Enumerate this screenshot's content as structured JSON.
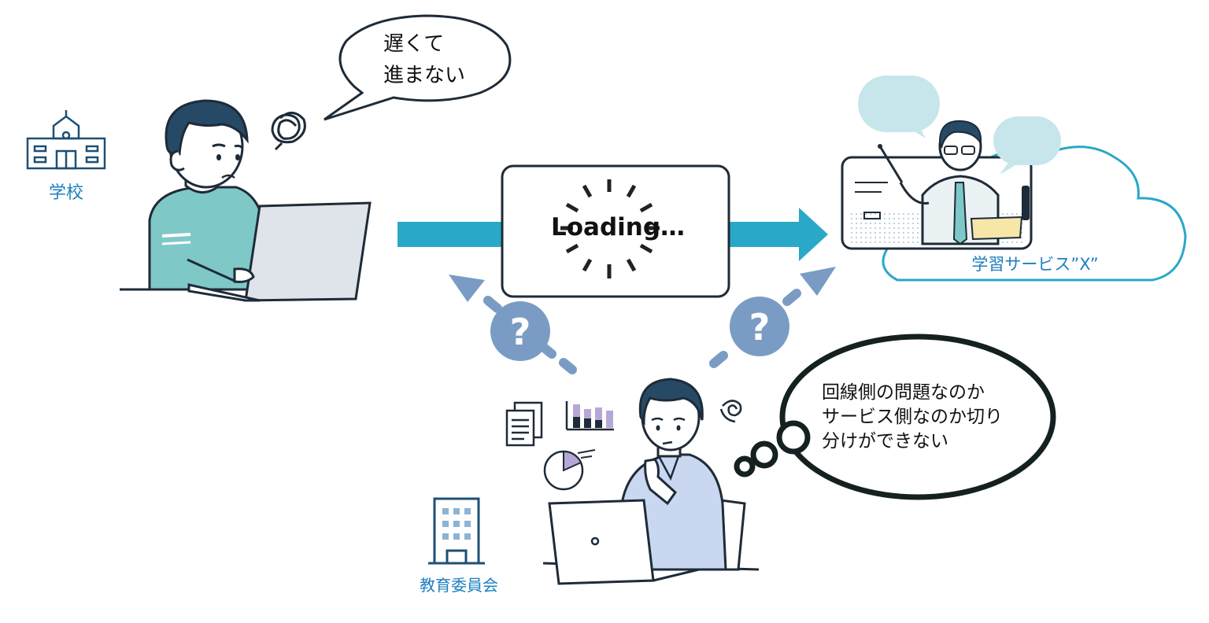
{
  "labels": {
    "school": "学校",
    "board": "教育委員会",
    "service": "学習サービス”X”",
    "loading": "Loading…"
  },
  "bubbles": {
    "student_line1": "遅くて",
    "student_line2": "進まない",
    "officer_line1": "回線側の問題なのか",
    "officer_line2": "サービス側なのか切り",
    "officer_line3": "分けができない"
  },
  "question_marks": [
    "?",
    "?"
  ],
  "colors": {
    "arrow_main": "#2aa8c8",
    "arrow_question": "#7a9cc4",
    "cloud_stroke": "#2aa8c8",
    "label_blue": "#1c7fc0",
    "outline": "#1e2b38"
  }
}
